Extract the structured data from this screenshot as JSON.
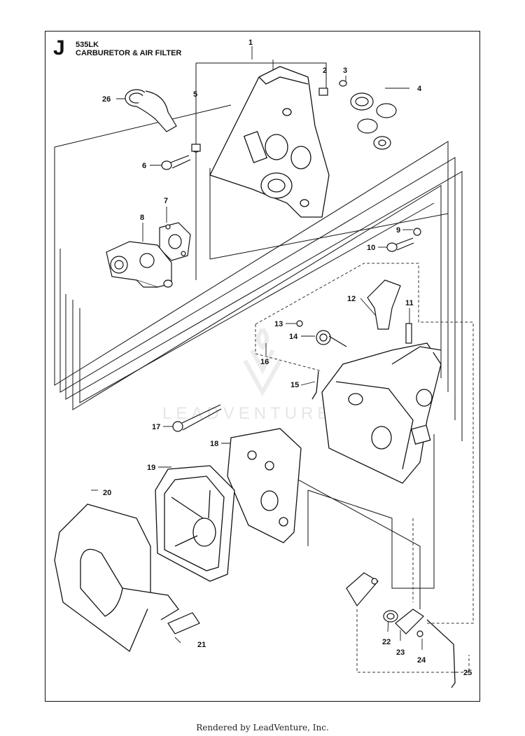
{
  "header": {
    "section_letter": "J",
    "model": "535LK",
    "title": "CARBURETOR & AIR FILTER"
  },
  "watermark": "LEADVENTURE",
  "footer": "Rendered by LeadVenture, Inc.",
  "callouts": [
    {
      "id": "1",
      "label": "1"
    },
    {
      "id": "2",
      "label": "2"
    },
    {
      "id": "3",
      "label": "3"
    },
    {
      "id": "4",
      "label": "4"
    },
    {
      "id": "5",
      "label": "5"
    },
    {
      "id": "6",
      "label": "6"
    },
    {
      "id": "7",
      "label": "7"
    },
    {
      "id": "8",
      "label": "8"
    },
    {
      "id": "9",
      "label": "9"
    },
    {
      "id": "10",
      "label": "10"
    },
    {
      "id": "11",
      "label": "11"
    },
    {
      "id": "12",
      "label": "12"
    },
    {
      "id": "13",
      "label": "13"
    },
    {
      "id": "14",
      "label": "14"
    },
    {
      "id": "15",
      "label": "15"
    },
    {
      "id": "16",
      "label": "16"
    },
    {
      "id": "17",
      "label": "17"
    },
    {
      "id": "18",
      "label": "18"
    },
    {
      "id": "19",
      "label": "19"
    },
    {
      "id": "20",
      "label": "20"
    },
    {
      "id": "21",
      "label": "21"
    },
    {
      "id": "22",
      "label": "22"
    },
    {
      "id": "23",
      "label": "23"
    },
    {
      "id": "24",
      "label": "24"
    },
    {
      "id": "25",
      "label": "25"
    },
    {
      "id": "26",
      "label": "26"
    }
  ]
}
